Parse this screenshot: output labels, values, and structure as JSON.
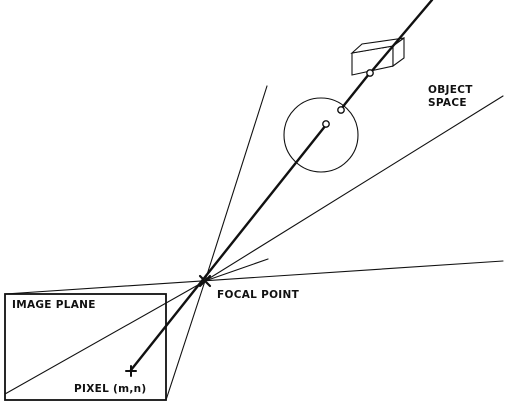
{
  "labels": {
    "image_plane": "IMAGE PLANE",
    "focal_point": "FOCAL POINT",
    "pixel": "PIXEL (m,n)",
    "object_space_line1": "OBJECT",
    "object_space_line2": "SPACE"
  },
  "colors": {
    "ink": "#111111",
    "background": "#ffffff"
  }
}
